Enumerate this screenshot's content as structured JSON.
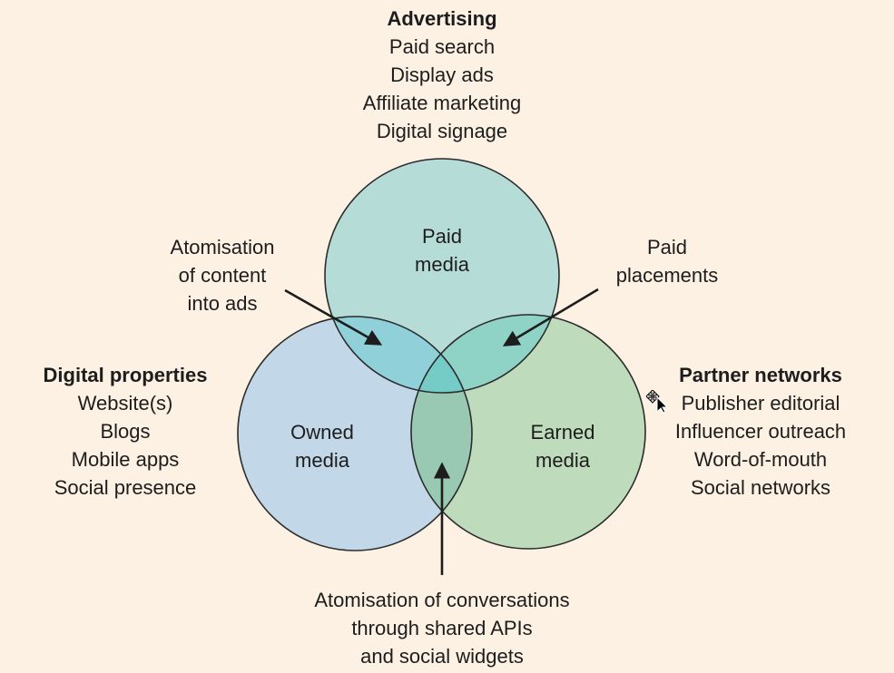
{
  "groups": {
    "advertising": {
      "title": "Advertising",
      "items": [
        "Paid search",
        "Display ads",
        "Affiliate marketing",
        "Digital signage"
      ]
    },
    "digital_properties": {
      "title": "Digital properties",
      "items": [
        "Website(s)",
        "Blogs",
        "Mobile apps",
        "Social presence"
      ]
    },
    "partner_networks": {
      "title": "Partner networks",
      "items": [
        "Publisher editorial",
        "Influencer outreach",
        "Word-of-mouth",
        "Social networks"
      ]
    }
  },
  "circles": {
    "paid": {
      "line1": "Paid",
      "line2": "media",
      "color": "#b6dcd8"
    },
    "owned": {
      "line1": "Owned",
      "line2": "media",
      "color": "#c2d7e8"
    },
    "earned": {
      "line1": "Earned",
      "line2": "media",
      "color": "#bedcbc"
    }
  },
  "overlaps": {
    "paid_owned": {
      "color": "#8fd0d9"
    },
    "paid_earned": {
      "color": "#8fd3c6"
    },
    "owned_earned": {
      "color": "#99c9b3"
    },
    "center": {
      "color": "#75cbc6"
    }
  },
  "annotations": {
    "paid_owned": [
      "Atomisation",
      "of content",
      "into ads"
    ],
    "paid_earned": [
      "Paid",
      "placements"
    ],
    "owned_earned": [
      "Atomisation of conversations",
      "through shared APIs",
      "and social widgets"
    ]
  },
  "colors": {
    "background": "#fcf1e3",
    "outline": "#2b2b2b",
    "text": "#1d1d1d"
  },
  "cursor_icon": "move-cursor-icon"
}
